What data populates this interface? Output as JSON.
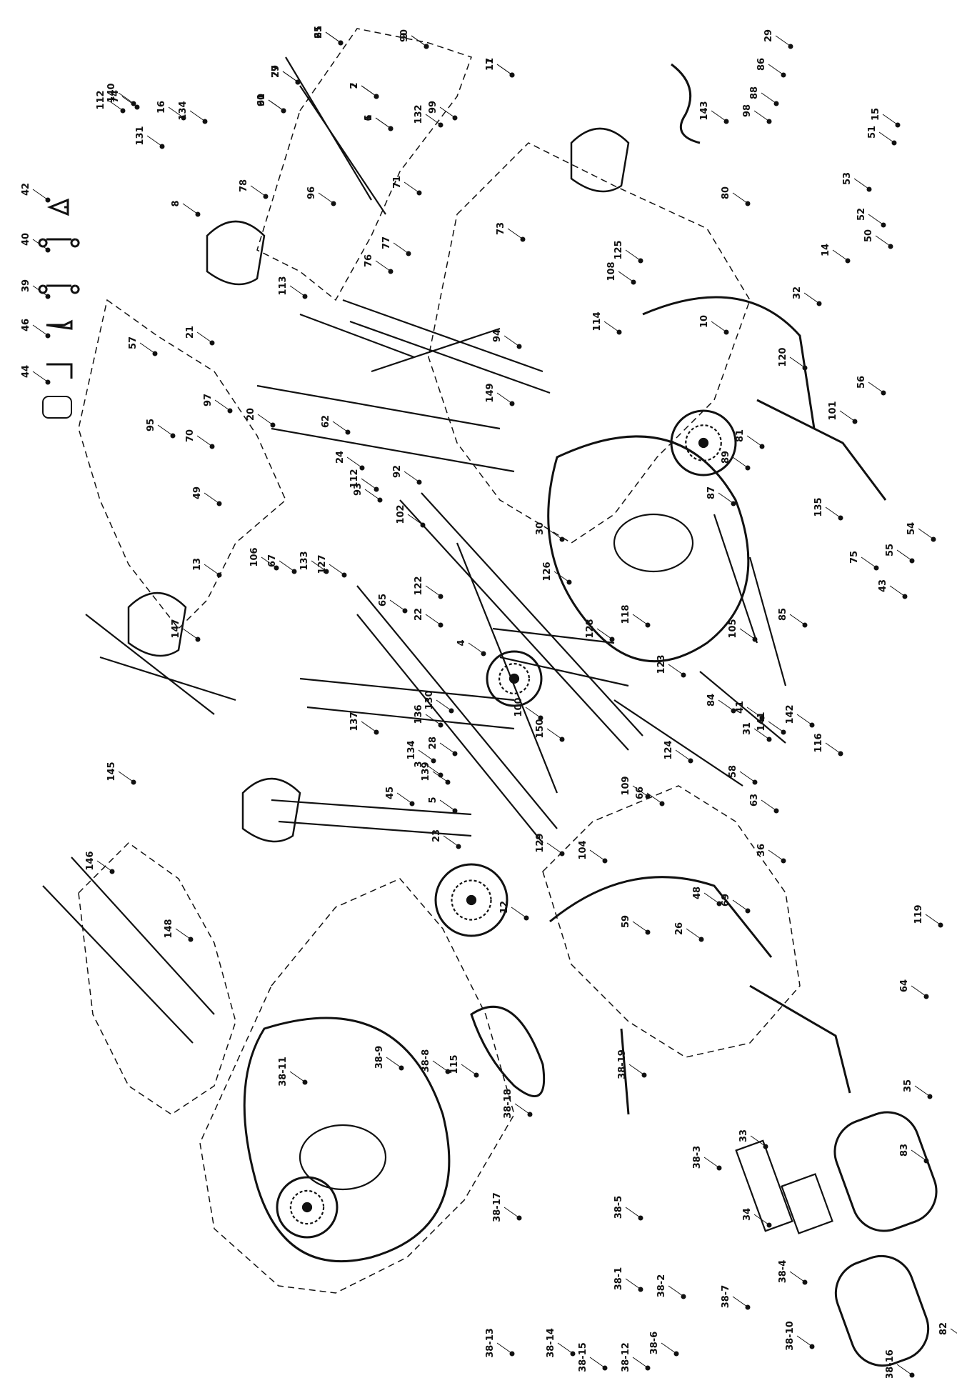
{
  "part_labels": [
    "61",
    "90",
    "11",
    "27",
    "2",
    "60",
    "6",
    "132",
    "99",
    "71",
    "77",
    "76",
    "140",
    "134",
    "16",
    "74",
    "112",
    "131",
    "78",
    "96",
    "8",
    "57",
    "21",
    "97",
    "20",
    "70",
    "95",
    "49",
    "13",
    "92",
    "93",
    "102",
    "112",
    "106",
    "67",
    "133",
    "127",
    "122",
    "65",
    "22",
    "130",
    "136",
    "139",
    "5",
    "23",
    "28",
    "3",
    "134",
    "62",
    "24",
    "149",
    "113",
    "137",
    "94",
    "73",
    "114",
    "125",
    "4",
    "108",
    "10",
    "81",
    "120",
    "101",
    "80",
    "135",
    "14",
    "32",
    "56",
    "54",
    "105",
    "75",
    "43",
    "55",
    "85",
    "89",
    "87",
    "123",
    "128",
    "30",
    "126",
    "100",
    "118",
    "124",
    "84",
    "41",
    "141",
    "142",
    "116",
    "58",
    "63",
    "36",
    "48",
    "26",
    "66",
    "109",
    "12",
    "129",
    "115",
    "104",
    "59",
    "69",
    "119",
    "64",
    "35",
    "83",
    "82",
    "34",
    "38-4",
    "38-5",
    "38-3",
    "38-1",
    "38-2",
    "38-7",
    "38-6",
    "38-14",
    "38-13",
    "38-15",
    "38-12",
    "38-10",
    "38-16",
    "38-19",
    "38-18",
    "38-17",
    "38-11",
    "38-9",
    "38-8",
    "33",
    "29",
    "86",
    "88",
    "143",
    "98",
    "15",
    "51",
    "53",
    "52",
    "50",
    "42",
    "40",
    "39",
    "46",
    "44",
    "45",
    "150",
    "145",
    "146",
    "147",
    "148",
    "31",
    "25",
    "9",
    "17",
    "79",
    "7",
    "91",
    "1"
  ],
  "tools": [
    "150",
    "145",
    "146",
    "147",
    "148"
  ]
}
